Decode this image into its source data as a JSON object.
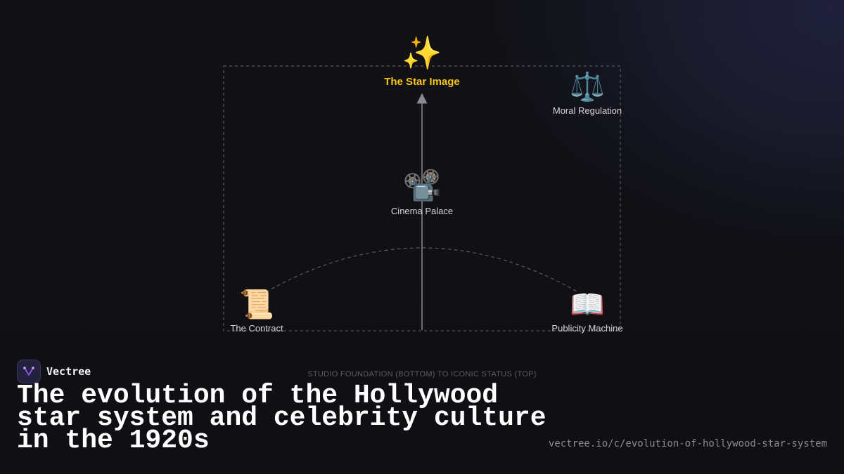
{
  "diagram": {
    "apex": {
      "icon": "sparkles-icon",
      "glyph": "✨",
      "label": "The Star Image"
    },
    "nodes": [
      {
        "id": "cinema-palace",
        "icon": "film-projector-icon",
        "glyph": "📽️",
        "label": "Cinema Palace"
      },
      {
        "id": "moral-regulation",
        "icon": "balance-scale-icon",
        "glyph": "⚖️",
        "label": "Moral Regulation"
      },
      {
        "id": "the-contract",
        "icon": "scroll-icon",
        "glyph": "📜",
        "label": "The Contract"
      },
      {
        "id": "publicity-machine",
        "icon": "open-book-icon",
        "glyph": "📖",
        "label": "Publicity Machine"
      }
    ],
    "axis_caption": "STUDIO FOUNDATION (BOTTOM) TO ICONIC STATUS (TOP)"
  },
  "brand": {
    "name": "Vectree",
    "logo": "vectree-logo-icon"
  },
  "title": "The evolution of the Hollywood star system and celebrity culture in the 1920s",
  "source_url": "vectree.io/c/evolution-of-hollywood-star-system",
  "colors": {
    "background": "#111116",
    "apex_label": "#f5c518",
    "node_label": "#d6d6dc",
    "guide_lines": "#4a4a52",
    "axis_line": "#8a8a92",
    "caption": "#5c5c66",
    "url": "#8a8a94",
    "logo_bg": "#24213f",
    "logo_mark": "#a259ff"
  }
}
